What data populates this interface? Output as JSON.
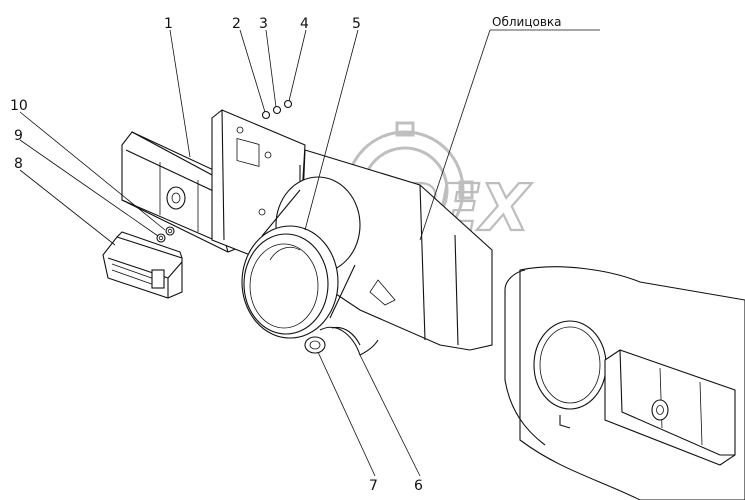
{
  "watermark": {
    "text": "OPEX"
  },
  "callouts": [
    {
      "id": "1",
      "text": "1"
    },
    {
      "id": "2",
      "text": "2"
    },
    {
      "id": "3",
      "text": "3"
    },
    {
      "id": "4",
      "text": "4"
    },
    {
      "id": "5",
      "text": "5"
    },
    {
      "id": "6",
      "text": "6"
    },
    {
      "id": "7",
      "text": "7"
    },
    {
      "id": "8",
      "text": "8"
    },
    {
      "id": "9",
      "text": "9"
    },
    {
      "id": "10",
      "text": "10"
    }
  ],
  "facing_label": "Облицовка"
}
